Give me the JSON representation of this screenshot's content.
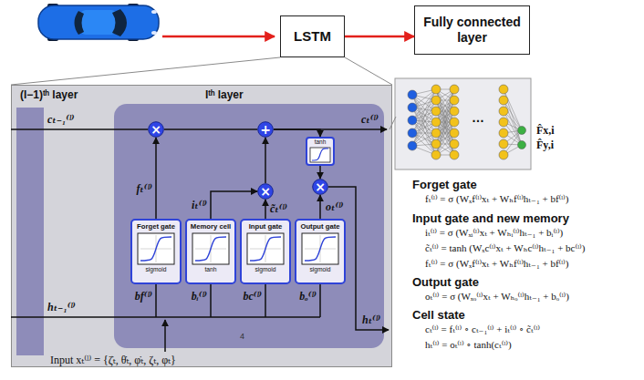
{
  "diagram": {
    "nodes": [
      {
        "text": [
          "LSTM"
        ]
      },
      {
        "text": [
          "Fully connected layer"
        ]
      },
      {
        "text": [
          "4"
        ]
      },
      {
        "text": [
          "(l−1)ᵗʰ layer"
        ],
        "in": 2
      },
      {
        "text": [
          "lᵗʰ layer"
        ],
        "in": 2
      },
      {
        "text": [
          "Forget gate",
          "sigmoid"
        ],
        "in": 4
      },
      {
        "text": [
          "Memory cell",
          "tanh"
        ],
        "in": 4
      },
      {
        "text": [
          "Input gate",
          "sigmoid"
        ],
        "in": 4
      },
      {
        "text": [
          "Output gate",
          "sigmoid"
        ],
        "in": 4
      },
      {
        "text": [
          "tanh"
        ],
        "in": 4
      },
      {
        "text": [
          "×"
        ],
        "in": 4
      },
      {
        "text": [
          "+"
        ],
        "in": 4
      },
      {
        "text": [
          "×"
        ],
        "in": 4
      },
      {
        "text": [
          "×"
        ],
        "in": 4
      }
    ],
    "edges": [
      {
        "from": 0,
        "to": 1,
        "arrow": "to"
      },
      {
        "from": 5,
        "to": 10,
        "arrow": "to"
      },
      {
        "from": 10,
        "to": 11,
        "arrow": "none"
      },
      {
        "from": 6,
        "to": 12,
        "arrow": "to"
      },
      {
        "from": 7,
        "to": 12,
        "arrow": "to"
      },
      {
        "from": 12,
        "to": 11,
        "arrow": "to"
      },
      {
        "from": 11,
        "to": 9,
        "arrow": "to"
      },
      {
        "from": 9,
        "to": 13,
        "arrow": "to"
      },
      {
        "from": 8,
        "to": 13,
        "arrow": "to"
      }
    ],
    "labels": [
      "cₜ₋₁⁽ˡ⁾",
      "fₜ⁽ˡ⁾",
      "iₜ⁽ˡ⁾",
      "c̃ₜ⁽ˡ⁾",
      "oₜ⁽ˡ⁾",
      "cₜ⁽ˡ⁾",
      "hₜ₋₁⁽ˡ⁾",
      "hₜ⁽ˡ⁾",
      "bf⁽ˡ⁾",
      "bᵢ⁽ˡ⁾",
      "bc⁽ˡ⁾",
      "bₒ⁽ˡ⁾",
      "Input xₜ⁽ˡ⁾ = {ζ̇ₜ, θ̇ₜ, φ̇ₜ, ζₜ, φₜ}",
      "F̂x,i",
      "F̂y,i",
      "Forget gate",
      "fₜ⁽ˡ⁾ = σ (Wₓf⁽ˡ⁾xₜ + Wₕf⁽ˡ⁾hₜ₋₁ + bf⁽ˡ⁾)",
      "Input gate and new memory",
      "iₜ⁽ˡ⁾ = σ (Wₓᵢ⁽ˡ⁾xₜ + Wₕᵢ⁽ˡ⁾hₜ₋₁ + bᵢ⁽ˡ⁾)",
      "c̃ₜ⁽ˡ⁾ = tanh (Wₓc⁽ˡ⁾xₜ + Wₕc⁽ˡ⁾hₜ₋₁ + bc⁽ˡ⁾)",
      "fₜ⁽ˡ⁾ = σ (Wₓf⁽ˡ⁾xₜ + Wₕf⁽ˡ⁾hₜ₋₁ + bf⁽ˡ⁾)",
      "Output gate",
      "oₜ⁽ˡ⁾ = σ (Wₓₒ⁽ˡ⁾xₜ + Wₕₒ⁽ˡ⁾hₜ₋₁ + bₒ⁽ˡ⁾)",
      "Cell state",
      "cₜ⁽ˡ⁾ = fₜ⁽ˡ⁾ ∘ cₜ₋₁⁽ˡ⁾ + iₜ⁽ˡ⁾ ∘ c̃ₜ⁽ˡ⁾",
      "hₜ⁽ˡ⁾ = oₜ⁽ˡ⁾ ∘ tanh(cₜ⁽ˡ⁾)",
      "…"
    ]
  }
}
